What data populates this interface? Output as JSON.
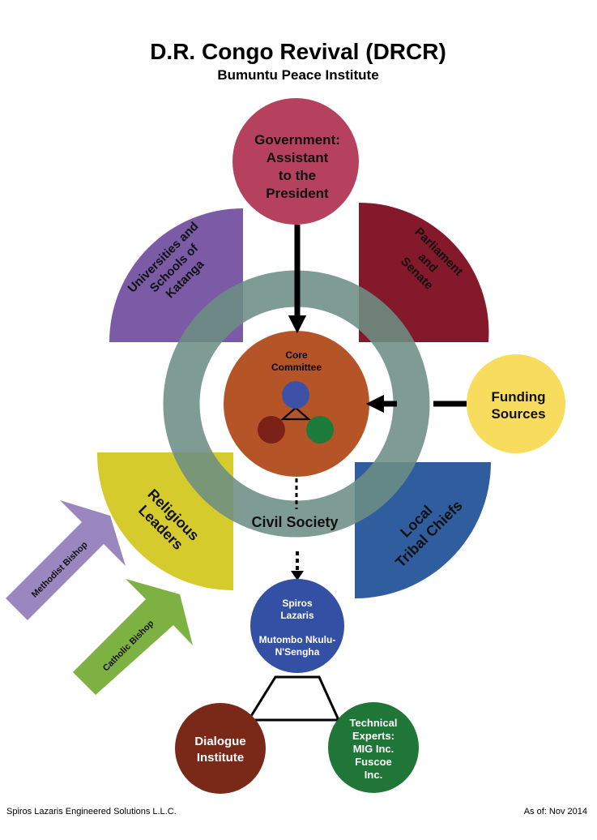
{
  "title": "D.R. Congo Revival (DRCR)",
  "subtitle": "Bumuntu Peace Institute",
  "government": [
    "Government:",
    "Assistant",
    "to the",
    "President"
  ],
  "universities": [
    "Universities and",
    "Schools of",
    "Katanga"
  ],
  "parliament": [
    "Parliament",
    "and",
    "Senate"
  ],
  "core_committee": [
    "Core",
    "Committee"
  ],
  "funding": [
    "Funding",
    "Sources"
  ],
  "civil_society": "Civil Society",
  "religious": [
    "Religious",
    "Leaders"
  ],
  "tribal": [
    "Local",
    "Tribal Chiefs"
  ],
  "methodist": "Methodist Bishop",
  "catholic": "Catholic Bishop",
  "lazaris": [
    "Spiros",
    "Lazaris",
    "",
    "Mutombo Nkulu-",
    "N'Sengha"
  ],
  "dialogue": [
    "Dialogue",
    "Institute"
  ],
  "technical": [
    "Technical",
    "Experts:",
    "MIG Inc.",
    "Fuscoe",
    "Inc."
  ],
  "footer_left": "Spiros Lazaris Engineered Solutions L.L.C.",
  "footer_right": "As of: Nov 2014",
  "colors": {
    "government": "#b5415f",
    "universities": "#7b5aa6",
    "parliament": "#83192b",
    "core": "#b55427",
    "funding": "#f7dc5e",
    "ring": "#6c8e84",
    "religious": "#d6cb2d",
    "tribal": "#2f5d9e",
    "methodist": "#9b87bf",
    "catholic": "#7db141",
    "lazaris": "#3450a5",
    "dialogue": "#7a2919",
    "technical": "#1f7637",
    "node_blue": "#3d52a6",
    "node_red": "#7d2118",
    "node_green": "#1c7a3a"
  }
}
